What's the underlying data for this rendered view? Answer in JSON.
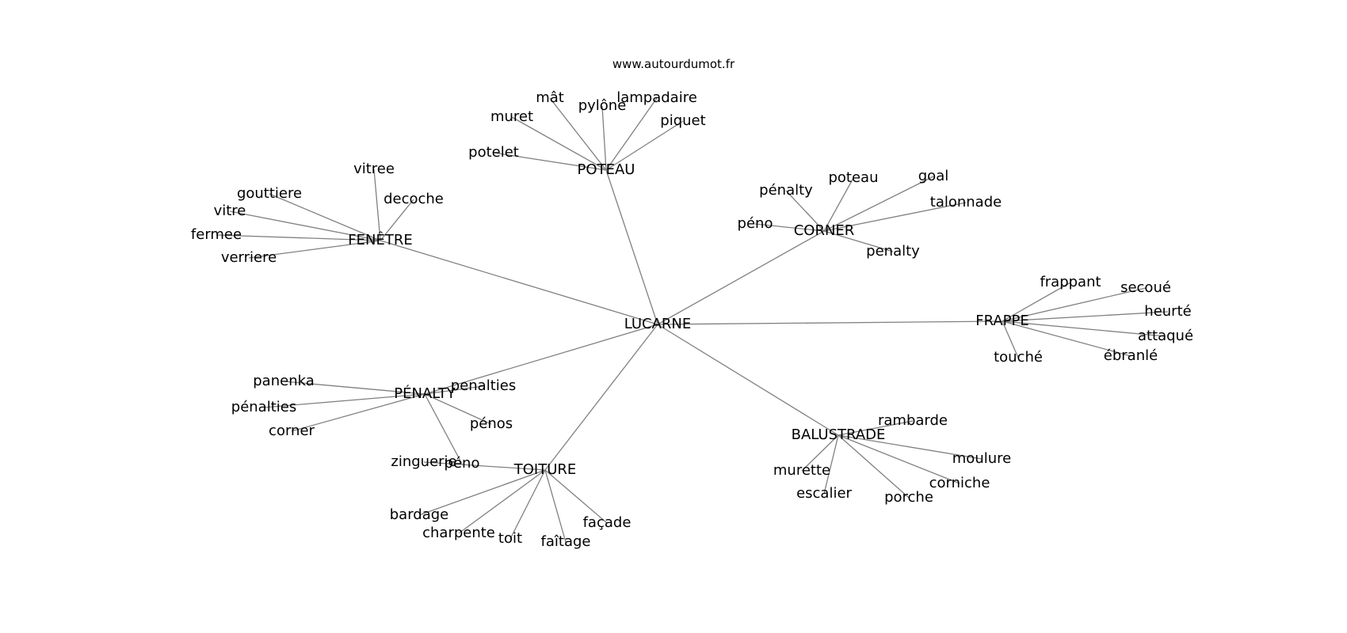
{
  "site": "www.autourdumot.fr",
  "center": "LUCARNE",
  "groups": [
    {
      "label": "POTEAU",
      "children": [
        "mât",
        "pylône",
        "lampadaire",
        "muret",
        "piquet",
        "potelet"
      ]
    },
    {
      "label": "FENÊTRE",
      "children": [
        "vitree",
        "gouttiere",
        "decoche",
        "vitre",
        "fermee",
        "verriere"
      ]
    },
    {
      "label": "CORNER",
      "children": [
        "pénalty",
        "poteau",
        "goal",
        "talonnade",
        "péno",
        "penalty"
      ]
    },
    {
      "label": "FRAPPE",
      "children": [
        "frappant",
        "secoué",
        "heurté",
        "attaqué",
        "ébranlé",
        "touché"
      ]
    },
    {
      "label": "PÉNALTY",
      "children": [
        "panenka",
        "penalties",
        "pénalties",
        "pénos",
        "corner",
        "péno"
      ]
    },
    {
      "label": "BALUSTRADE",
      "children": [
        "rambarde",
        "moulure",
        "murette",
        "corniche",
        "escalier",
        "porche"
      ]
    },
    {
      "label": "TOITURE",
      "children": [
        "zinguerie",
        "bardage",
        "charpente",
        "toit",
        "faîtage",
        "façade"
      ]
    }
  ]
}
